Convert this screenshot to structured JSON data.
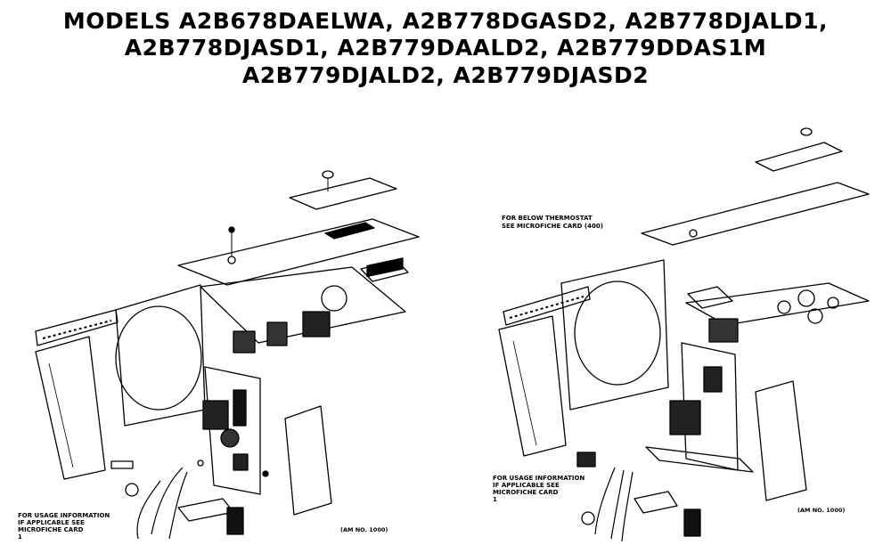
{
  "header": {
    "line1": "MODELS A2B678DAELWA, A2B778DGASD2, A2B778DJALD1,",
    "line2": "A2B778DJASD1, A2B779DAALD2, A2B779DDAS1M",
    "line3": "A2B779DJALD2, A2B779DJASD2"
  },
  "left_diagram": {
    "usage_note": [
      "FOR USAGE INFORMATION",
      "IF APPLICABLE SEE",
      "MICROFICHE CARD",
      "1"
    ],
    "caption": "(AM NO. 1000)"
  },
  "right_diagram": {
    "thermostat_note": [
      "FOR BELOW THERMOSTAT",
      "SEE MICROFICHE CARD (400)"
    ],
    "usage_note": [
      "FOR USAGE INFORMATION",
      "IF APPLICABLE SEE",
      "MICROFICHE CARD",
      "1"
    ],
    "caption": "(AM NO. 1000)"
  },
  "colors": {
    "ink": "#000000",
    "paper": "#ffffff"
  }
}
